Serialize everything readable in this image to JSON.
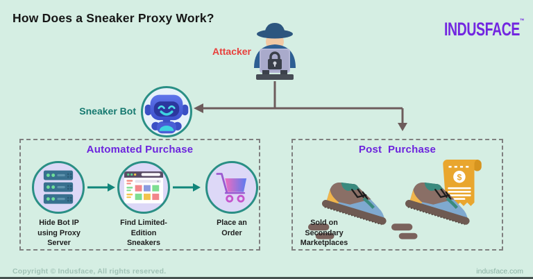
{
  "page": {
    "title": "How Does a Sneaker Proxy Work?",
    "brand": {
      "logo_text": "INDUSFACE",
      "trademark": "TM"
    },
    "footer": {
      "copyright": "Copyright © Indusface, All rights reserved.",
      "website": "indusface.com"
    }
  },
  "actors": {
    "attacker_label": "Attacker",
    "bot_label": "Sneaker Bot"
  },
  "sections": {
    "automated": {
      "title": "Automated Purchase",
      "steps": [
        {
          "icon": "proxy-server-icon",
          "label": "Hide Bot IP\nusing Proxy\nServer"
        },
        {
          "icon": "sneaker-store-browser-icon",
          "label": "Find Limited-\nEdition\nSneakers"
        },
        {
          "icon": "shopping-cart-icon",
          "label": "Place an\nOrder"
        }
      ]
    },
    "post": {
      "title": "Post  Purchase",
      "label": "Sold on\nSecondary\nMarketplaces"
    }
  },
  "colors": {
    "background": "#d5eee3",
    "accent_purple": "#6c24dd",
    "accent_red": "#e8403c",
    "accent_teal": "#15786f",
    "connector": "#6d5c5c",
    "circle_border": "#2a8f85",
    "circle_fill": "#ddd8f7"
  }
}
